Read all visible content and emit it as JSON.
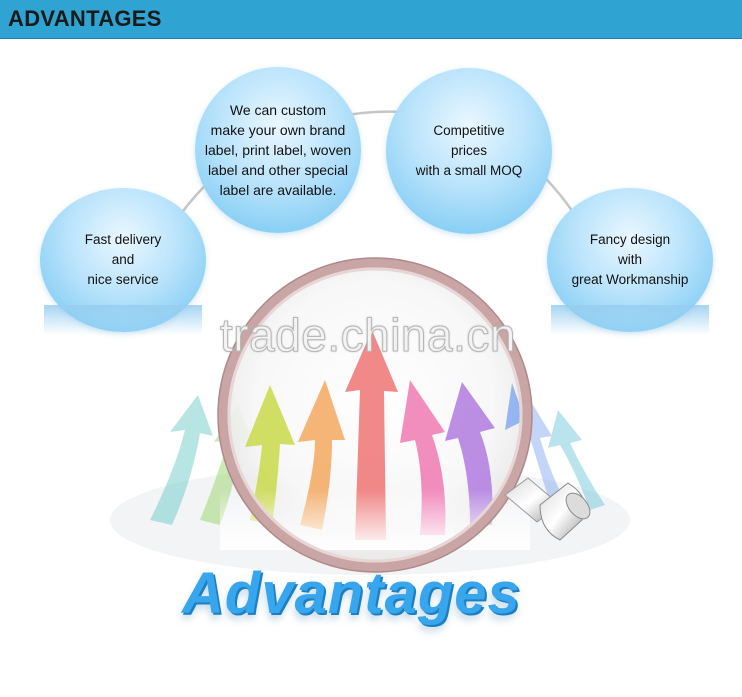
{
  "header": {
    "title": "ADVANTAGES"
  },
  "bubbles": [
    {
      "text": "Fast delivery\nand\nnice service"
    },
    {
      "text": "We can custom\nmake your own brand\nlabel, print label, woven\nlabel and other special\nlabel are available."
    },
    {
      "text": "Competitive\nprices\nwith a small MOQ"
    },
    {
      "text": "Fancy design\nwith\ngreat Workmanship"
    }
  ],
  "illustration": {
    "icon": "magnifying-glass-icon",
    "arrow_colors": [
      "#5fc6c2",
      "#8fd15a",
      "#c9d94a",
      "#f2a85f",
      "#ef6b6b",
      "#f07ab2",
      "#b07be0",
      "#7ea6f0",
      "#66c4d8"
    ],
    "word": "Advantages",
    "word_color": "#37a6ec"
  },
  "watermark": "trade.china.cn"
}
